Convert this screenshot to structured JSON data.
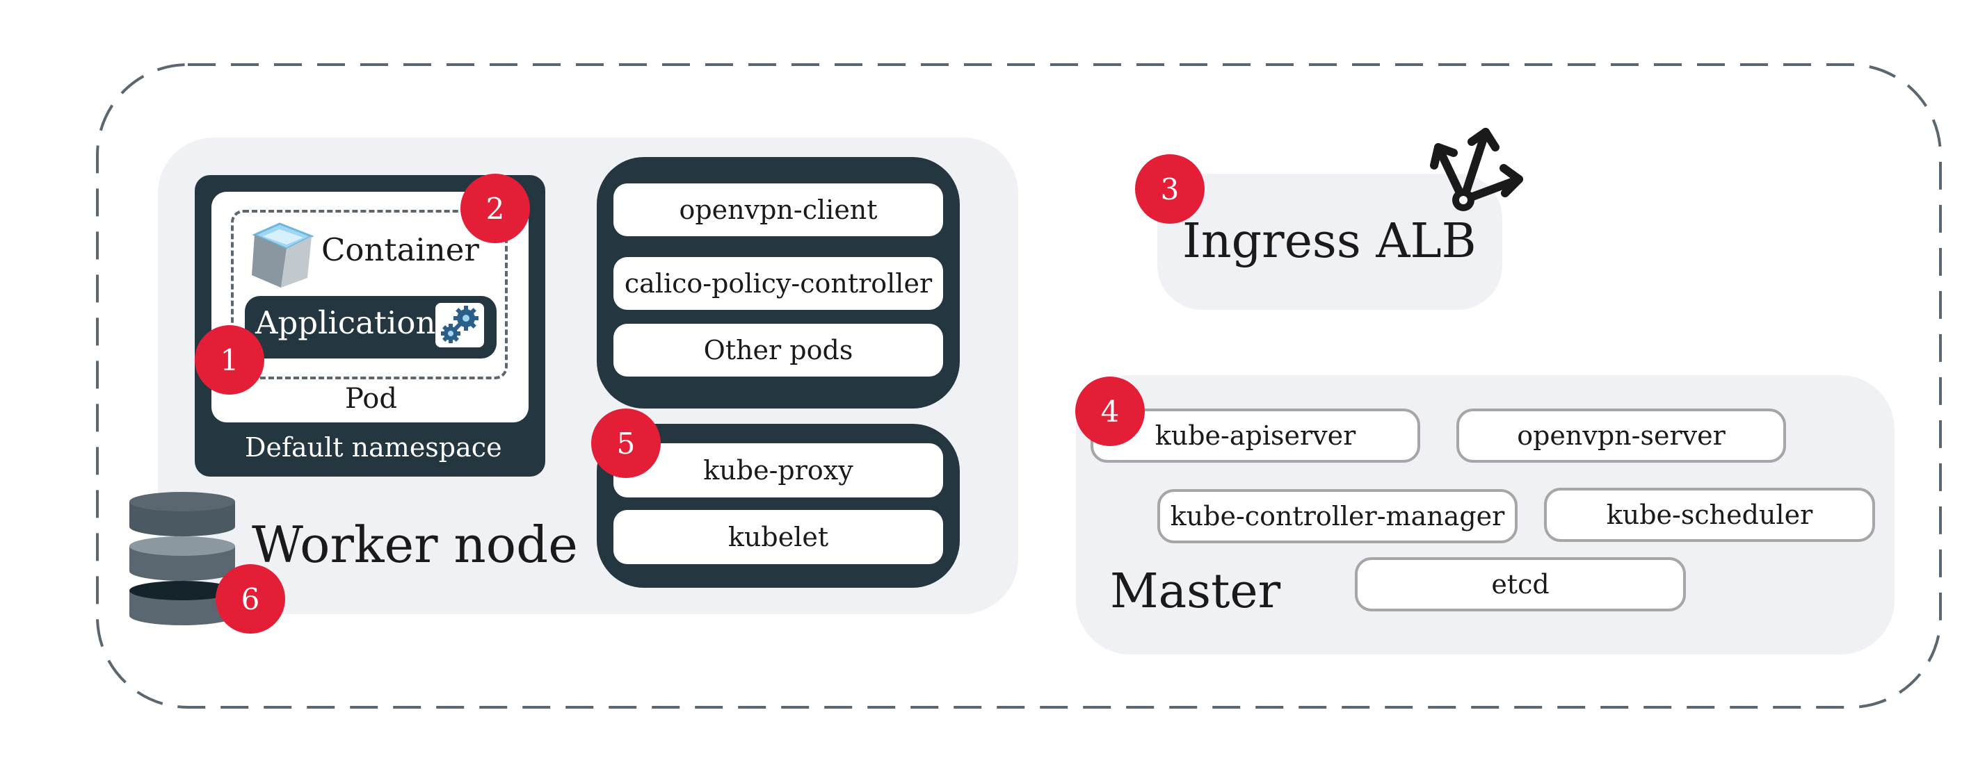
{
  "diagram": {
    "pod": {
      "container_label": "Container",
      "application_label": "Application",
      "pod_label": "Pod",
      "namespace_label": "Default namespace"
    },
    "system_pods": [
      "openvpn-client",
      "calico-policy-controller",
      "Other pods"
    ],
    "node_components": [
      "kube-proxy",
      "kubelet"
    ],
    "worker_node_label": "Worker node",
    "ingress_label": "Ingress ALB",
    "master": {
      "label": "Master",
      "components": [
        "kube-apiserver",
        "openvpn-server",
        "kube-controller-manager",
        "kube-scheduler",
        "etcd"
      ]
    },
    "badges": [
      "1",
      "2",
      "3",
      "4",
      "5",
      "6"
    ],
    "colors": {
      "dark_navy": "#243640",
      "panel_gray": "#f0f1f5",
      "badge_red": "#e41e37",
      "dashed_border": "#5b6770",
      "pill_border": "#a6a6a6",
      "container_icon_blue": "#7fc4ea",
      "storage_icon_gray": "#5b6770"
    },
    "icons": [
      "container-cube-icon",
      "gears-icon",
      "ingress-arrows-icon",
      "storage-database-icon"
    ]
  }
}
